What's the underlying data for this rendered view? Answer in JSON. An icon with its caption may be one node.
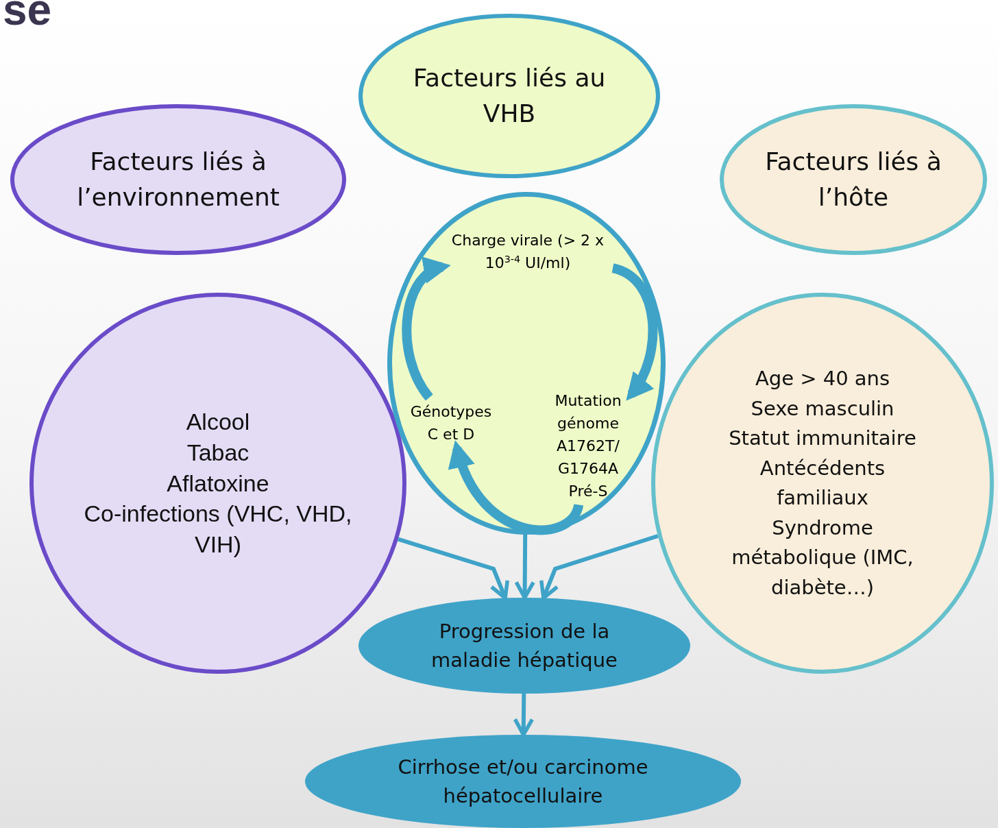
{
  "diagram": {
    "title": "se",
    "nodes": [
      {
        "text": [
          "Facteurs liés au VHB"
        ]
      },
      {
        "text": [
          "Facteurs liés à l’environnement"
        ]
      },
      {
        "text": [
          "Facteurs liés à l’hôte"
        ]
      },
      {
        "text": [
          "Alcool",
          "Tabac",
          "Aflatoxine",
          "Co-infections (VHC, VHD, VIH)"
        ]
      },
      {
        "text": [],
        "shape": "ellipse"
      },
      {
        "text": [
          "Charge virale (> 2 x 10$^{3-4}$ UI/ml)"
        ],
        "in": 4
      },
      {
        "text": [
          "Génotypes C et D"
        ],
        "in": 4
      },
      {
        "text": [
          "Mutation génome A1762T/ G1764A Pré-S"
        ],
        "in": 4
      },
      {
        "text": [
          "Age > 40 ans",
          "Sexe masculin",
          "Statut immunitaire",
          "Antécédents familiaux",
          "Syndrome métabolique (IMC, diabète…)"
        ]
      },
      {
        "text": [
          "Progression de la maladie hépatique"
        ]
      },
      {
        "text": [
          "Cirrhose et/ou carcinome hépatocellulaire"
        ]
      }
    ],
    "edges": [
      {
        "from": 6,
        "to": 5,
        "arrow": "to",
        "style": "thick"
      },
      {
        "from": 5,
        "to": 7,
        "arrow": "to",
        "style": "thick"
      },
      {
        "from": 7,
        "to": 6,
        "arrow": "to",
        "style": "thick"
      },
      {
        "from": 3,
        "to": 9,
        "arrow": "to"
      },
      {
        "from": 4,
        "to": 9,
        "arrow": "to"
      },
      {
        "from": 8,
        "to": 9,
        "arrow": "to"
      },
      {
        "from": 9,
        "to": 10,
        "arrow": "to"
      }
    ]
  }
}
